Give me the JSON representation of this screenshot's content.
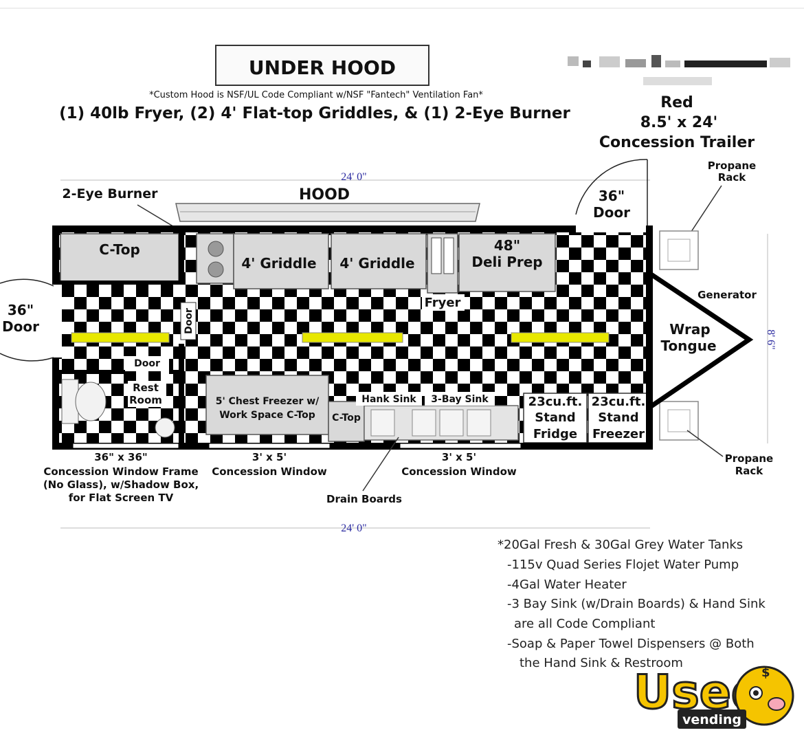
{
  "header": {
    "box_title": "UNDER HOOD",
    "subnote": "*Custom Hood is NSF/UL Code Compliant w/NSF \"Fantech\" Ventilation Fan*",
    "equipment_line": "(1) 40lb Fryer, (2) 4' Flat-top Griddles, & (1) 2-Eye Burner"
  },
  "trailer": {
    "line1": "Red",
    "line2": "8.5' x 24'",
    "line3": "Concession Trailer"
  },
  "dimensions": {
    "length_top": "24' 0\"",
    "length_bottom": "24' 0\"",
    "width": "8' 6\""
  },
  "labels": {
    "burner": "2-Eye Burner",
    "hood": "HOOD",
    "door_36_top": "36\"",
    "door_36_top_b": "Door",
    "door_36_left": "36\"",
    "door_36_left_b": "Door",
    "propane_top_a": "Propane",
    "propane_top_b": "Rack",
    "propane_bottom_a": "Propane",
    "propane_bottom_b": "Rack",
    "generator": "Generator",
    "tongue_a": "Wrap",
    "tongue_b": "Tongue",
    "ctop": "C-Top",
    "griddle1": "4' Griddle",
    "griddle2": "4' Griddle",
    "deli_a": "48\"",
    "deli_b": "Deli Prep",
    "fryer": "Fryer",
    "inner_door": "Door",
    "rest_door": "Door",
    "rest_a": "Rest",
    "rest_b": "Room",
    "freezer_a": "5' Chest Freezer w/",
    "freezer_b": "Work Space C-Top",
    "ctop_small": "C-Top",
    "hand_sink": "Hank Sink",
    "bay_sink": "3-Bay Sink",
    "fridge_a": "23cu.ft.",
    "fridge_b": "Stand",
    "fridge_c": "Fridge",
    "sfreezer_a": "23cu.ft.",
    "sfreezer_b": "Stand",
    "sfreezer_c": "Freezer",
    "window1_a": "36\" x 36\"",
    "window1_b": "Concession Window Frame",
    "window1_c": "(No Glass), w/Shadow Box,",
    "window1_d": "for Flat Screen TV",
    "window2_a": "3' x 5'",
    "window2_b": "Concession Window",
    "window3_a": "3' x 5'",
    "window3_b": "Concession Window",
    "drain": "Drain Boards"
  },
  "notes": [
    "*20Gal Fresh & 30Gal Grey Water Tanks",
    "-115v Quad Series Flojet Water Pump",
    "-4Gal Water Heater",
    "-3 Bay Sink (w/Drain Boards) & Hand Sink",
    "are all Code Compliant",
    "-Soap & Paper Towel Dispensers @ Both",
    "the Hand Sink & Restroom"
  ],
  "logo": {
    "word1": "Used",
    "word2": "vending"
  },
  "colors": {
    "stripe": "#e8e800",
    "wall": "#000000",
    "equip": "#d9d9d9",
    "dim": "#2a2aa0",
    "logo_yellow": "#f5c400"
  }
}
